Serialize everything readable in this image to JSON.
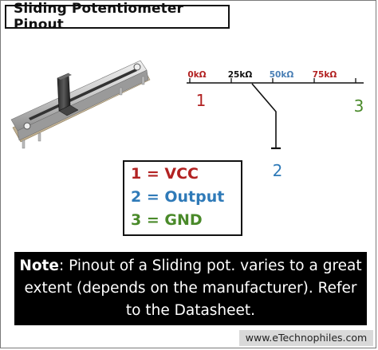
{
  "title": "Sliding Potentiometer Pinout",
  "scale": {
    "ticks": [
      "0kΩ",
      "25kΩ",
      "50kΩ",
      "75kΩ"
    ],
    "tick_colors": [
      "#b22222",
      "#111111",
      "#4a7fb5",
      "#b22222"
    ]
  },
  "pins": {
    "pin1": "1",
    "pin2": "2",
    "pin3": "3"
  },
  "legend": [
    {
      "text": "1 = VCC",
      "color": "#b22222"
    },
    {
      "text": "2 = Output",
      "color": "#2f7ab8"
    },
    {
      "text": "3 = GND",
      "color": "#4a8a2a"
    }
  ],
  "note": {
    "label": "Note",
    "text": ": Pinout of a Sliding pot. varies to a great extent (depends on the manufacturer). Refer to the Datasheet."
  },
  "footer": "www.eTechnophiles.com",
  "colors": {
    "pin1": "#b22222",
    "pin2": "#2f7ab8",
    "pin3": "#4a8a2a",
    "line": "#111111"
  }
}
